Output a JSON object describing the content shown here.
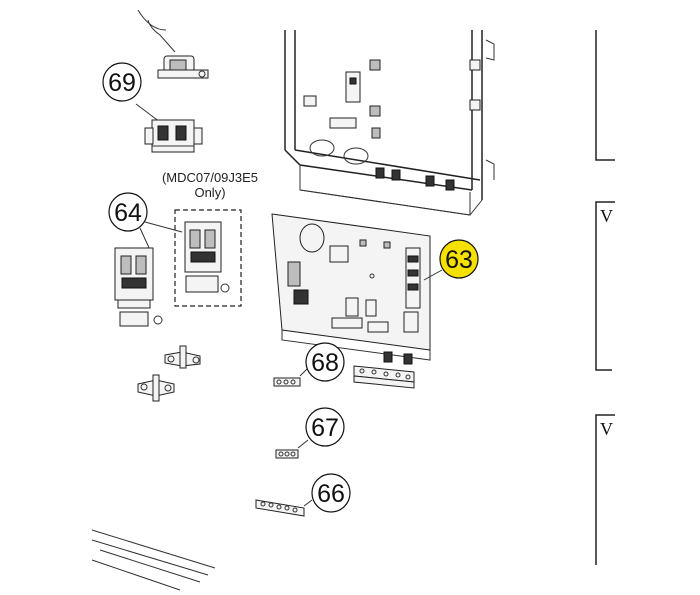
{
  "callouts": [
    {
      "id": "69",
      "label": "69",
      "highlighted": false
    },
    {
      "id": "64",
      "label": "64",
      "highlighted": false
    },
    {
      "id": "63",
      "label": "63",
      "highlighted": true
    },
    {
      "id": "68",
      "label": "68",
      "highlighted": false
    },
    {
      "id": "67",
      "label": "67",
      "highlighted": false
    },
    {
      "id": "66",
      "label": "66",
      "highlighted": false
    }
  ],
  "note": {
    "line1": "(MDC07/09J3E5",
    "line2": "Only)"
  },
  "frame_letters": {
    "middle": "V",
    "bottom": "V"
  },
  "colors": {
    "highlight": "#f5e000",
    "line": "#222222",
    "background": "#ffffff"
  }
}
